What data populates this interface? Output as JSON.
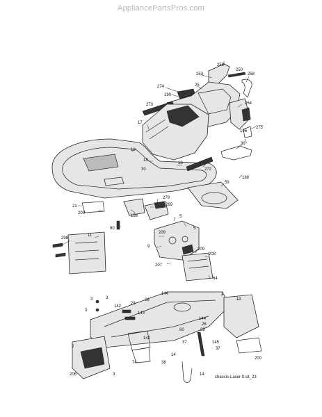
{
  "site": {
    "watermark": "AppliancePartsPros.com"
  },
  "diagram": {
    "caption": "chassis-Laser-fl.slt_23",
    "labels": [
      {
        "id": "259",
        "text": "259"
      },
      {
        "id": "250",
        "text": "250"
      },
      {
        "id": "253",
        "text": "253"
      },
      {
        "id": "258",
        "text": "258"
      },
      {
        "id": "274",
        "text": "274"
      },
      {
        "id": "25",
        "text": "25"
      },
      {
        "id": "190",
        "text": "190"
      },
      {
        "id": "264",
        "text": "264"
      },
      {
        "id": "273",
        "text": "273"
      },
      {
        "id": "275",
        "text": "275"
      },
      {
        "id": "196",
        "text": "196"
      },
      {
        "id": "17",
        "text": "17"
      },
      {
        "id": "39",
        "text": "39"
      },
      {
        "id": "18",
        "text": "18"
      },
      {
        "id": "10a",
        "text": "10"
      },
      {
        "id": "10b",
        "text": "10"
      },
      {
        "id": "30",
        "text": "30"
      },
      {
        "id": "272",
        "text": "272"
      },
      {
        "id": "59",
        "text": "59"
      },
      {
        "id": "188",
        "text": "188"
      },
      {
        "id": "279",
        "text": "279"
      },
      {
        "id": "269",
        "text": "269"
      },
      {
        "id": "21",
        "text": "21"
      },
      {
        "id": "209a",
        "text": "209"
      },
      {
        "id": "158",
        "text": "158"
      },
      {
        "id": "90",
        "text": "90"
      },
      {
        "id": "5a",
        "text": "5"
      },
      {
        "id": "5b",
        "text": "5"
      },
      {
        "id": "209b",
        "text": "209"
      },
      {
        "id": "298",
        "text": "298"
      },
      {
        "id": "11",
        "text": "11"
      },
      {
        "id": "9",
        "text": "9"
      },
      {
        "id": "209c",
        "text": "209"
      },
      {
        "id": "208",
        "text": "208"
      },
      {
        "id": "207",
        "text": "207"
      },
      {
        "id": "64",
        "text": "64"
      },
      {
        "id": "3a",
        "text": "3"
      },
      {
        "id": "3b",
        "text": "3"
      },
      {
        "id": "3c",
        "text": "3"
      },
      {
        "id": "142a",
        "text": "142"
      },
      {
        "id": "143",
        "text": "143"
      },
      {
        "id": "28",
        "text": "28"
      },
      {
        "id": "144a",
        "text": "144"
      },
      {
        "id": "26a",
        "text": "26"
      },
      {
        "id": "1",
        "text": "1"
      },
      {
        "id": "13",
        "text": "13"
      },
      {
        "id": "60",
        "text": "60"
      },
      {
        "id": "144b",
        "text": "144"
      },
      {
        "id": "26b",
        "text": "26"
      },
      {
        "id": "28b",
        "text": "28"
      },
      {
        "id": "37a",
        "text": "37"
      },
      {
        "id": "145",
        "text": "145"
      },
      {
        "id": "37b",
        "text": "37"
      },
      {
        "id": "142b",
        "text": "142"
      },
      {
        "id": "2",
        "text": "2"
      },
      {
        "id": "74",
        "text": "74"
      },
      {
        "id": "200",
        "text": "200"
      },
      {
        "id": "206",
        "text": "206"
      },
      {
        "id": "3d",
        "text": "3"
      },
      {
        "id": "38",
        "text": "38"
      },
      {
        "id": "14a",
        "text": "14"
      },
      {
        "id": "14b",
        "text": "14"
      }
    ]
  }
}
